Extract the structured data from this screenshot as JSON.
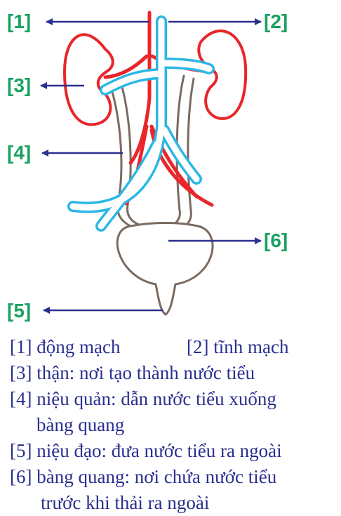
{
  "labels": {
    "l1": "[1]",
    "l2": "[2]",
    "l3": "[3]",
    "l4": "[4]",
    "l5": "[5]",
    "l6": "[6]"
  },
  "legend": {
    "item1": "[1] động mạch",
    "item2": "[2] tĩnh mạch",
    "item3": "[3] thận: nơi tạo thành nước tiểu",
    "item4_line1": "[4] niệu quản: dẫn nước tiểu xuống",
    "item4_line2": "bàng quang",
    "item5": "[5] niệu đạo: đưa nước tiểu ra ngoài",
    "item6_line1": "[6] bàng quang: nơi chứa nước tiểu",
    "item6_line2": "trước khi thải ra ngoài"
  },
  "colors": {
    "artery": "#e8262b",
    "vein": "#2bb7e6",
    "ureter_bladder": "#7a6a60",
    "arrow": "#2a2f8f",
    "label": "#1aa260"
  }
}
